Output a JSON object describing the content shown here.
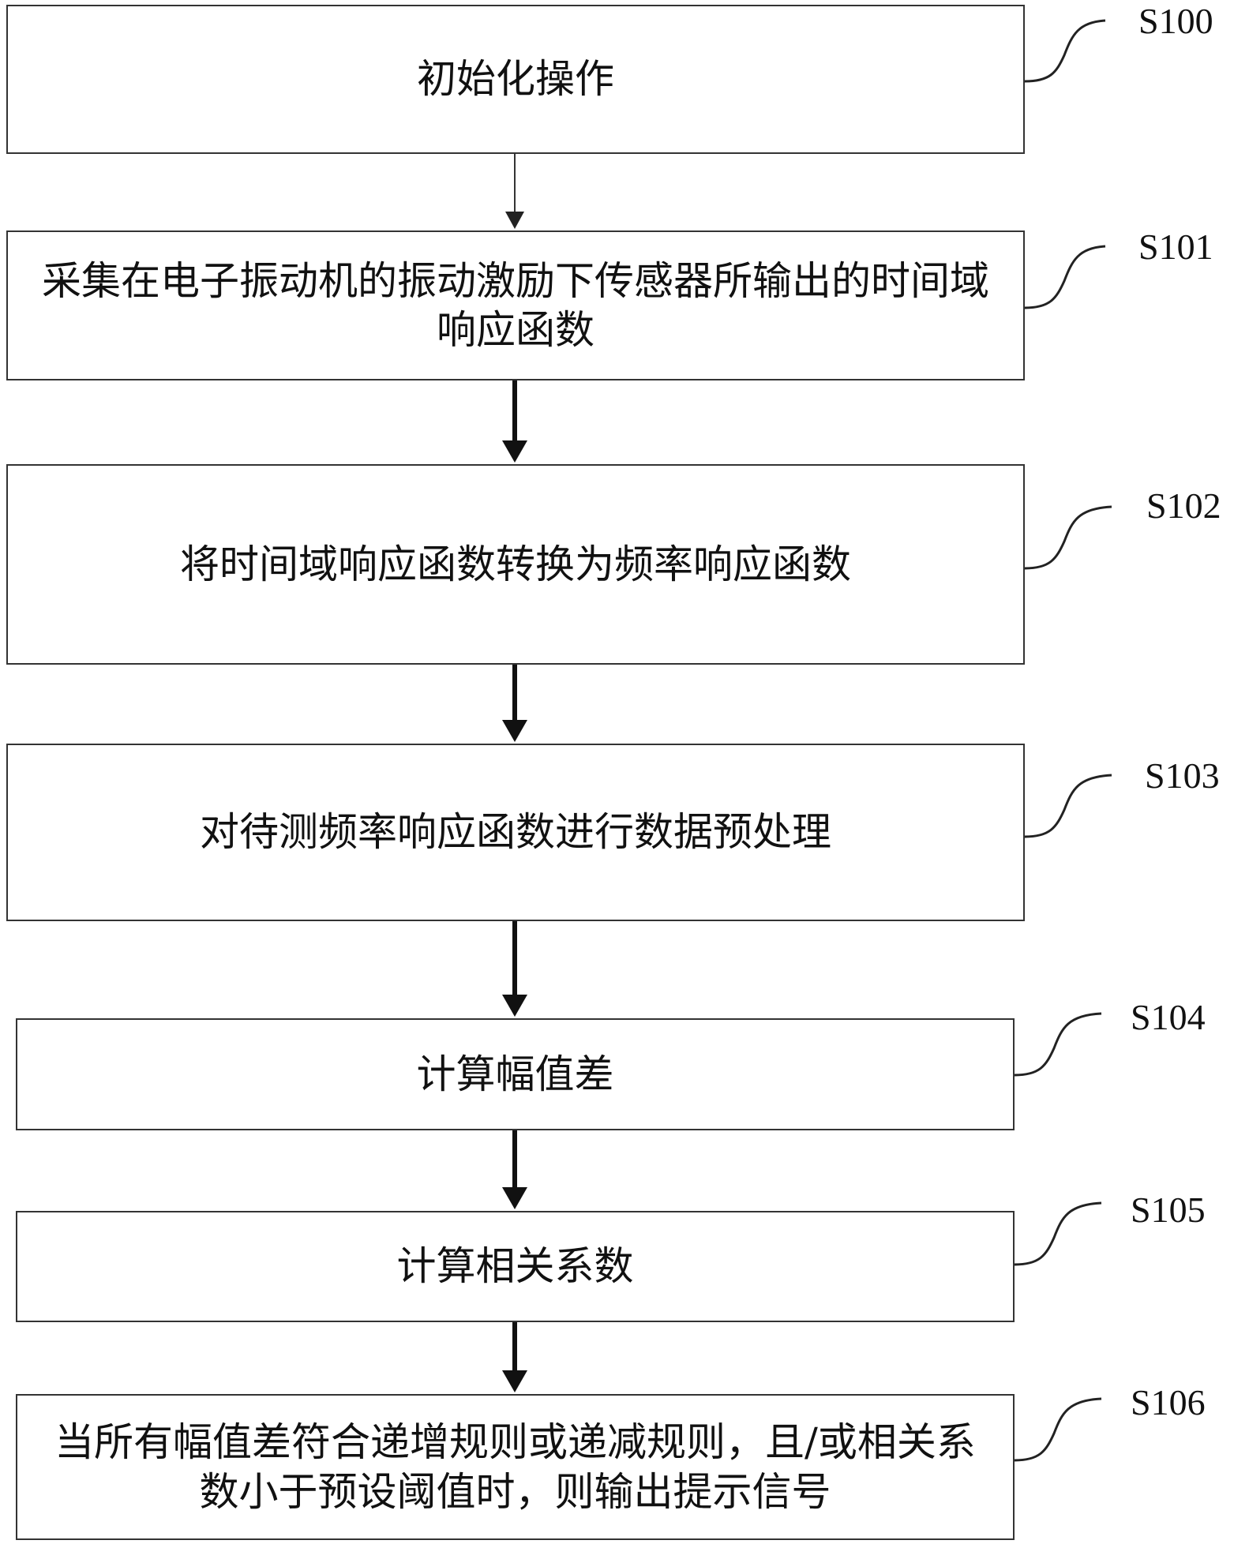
{
  "steps": [
    {
      "id": "S100",
      "text": "初始化操作"
    },
    {
      "id": "S101",
      "text": "采集在电子振动机的振动激励下传感器所输出的时间域响应函数"
    },
    {
      "id": "S102",
      "text": "将时间域响应函数转换为频率响应函数"
    },
    {
      "id": "S103",
      "text": "对待测频率响应函数进行数据预处理"
    },
    {
      "id": "S104",
      "text": "计算幅值差"
    },
    {
      "id": "S105",
      "text": "计算相关系数"
    },
    {
      "id": "S106",
      "text": "当所有幅值差符合递增规则或递减规则，且/或相关系数小于预设阈值时，则输出提示信号"
    }
  ]
}
